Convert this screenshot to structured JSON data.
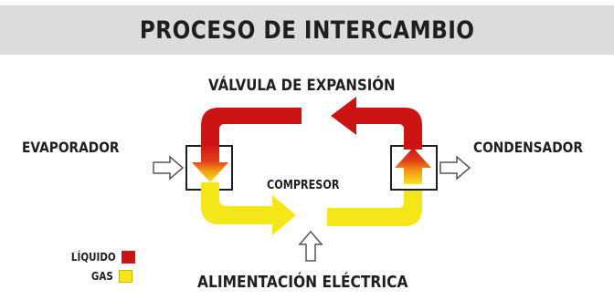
{
  "title": "PROCESO DE INTERCAMBIO",
  "labels": {
    "expansion_valve": "VÁLVULA DE EXPANSIÓN",
    "evaporator": "EVAPORADOR",
    "condenser": "CONDENSADOR",
    "compressor": "COMPRESOR",
    "power_supply": "ALIMENTACIÓN ELÉCTRICA"
  },
  "legend": [
    {
      "label": "LÍQUIDO",
      "color": "#cc1414"
    },
    {
      "label": "GAS",
      "color": "#f5e61a"
    }
  ],
  "colors": {
    "liquid": "#cc1414",
    "gas": "#f5e61a",
    "transition": "#f08a14",
    "outline": "#1f1f1f",
    "title_bar": "#dcdcdc"
  },
  "icons": [
    "flow-arrow-icon",
    "heat-exchanger-icon",
    "power-arrow-icon"
  ]
}
